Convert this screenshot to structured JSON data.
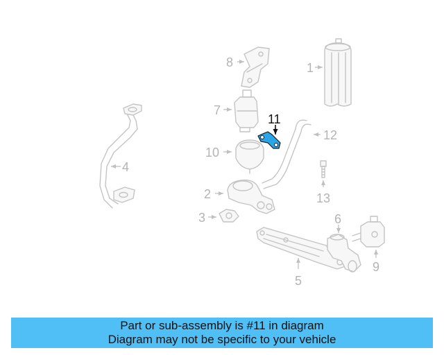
{
  "callouts": {
    "c1": "1",
    "c2": "2",
    "c3": "3",
    "c4": "4",
    "c5": "5",
    "c6": "6",
    "c7": "7",
    "c8": "8",
    "c9": "9",
    "c10": "10",
    "c11": "11",
    "c12": "12",
    "c13": "13"
  },
  "highlight_color": "#2aa6e8",
  "banner": {
    "line1": "Part or sub-assembly is #11 in diagram",
    "line2": "Diagram may not be specific to your vehicle",
    "background": "#4fbff6"
  }
}
